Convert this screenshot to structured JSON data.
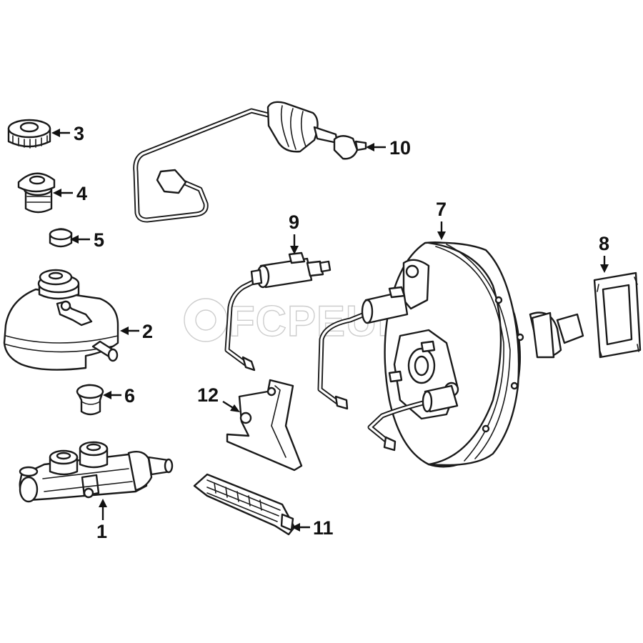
{
  "diagram": {
    "callouts": [
      {
        "id": "1",
        "label": "1"
      },
      {
        "id": "2",
        "label": "2"
      },
      {
        "id": "3",
        "label": "3"
      },
      {
        "id": "4",
        "label": "4"
      },
      {
        "id": "5",
        "label": "5"
      },
      {
        "id": "6",
        "label": "6"
      },
      {
        "id": "7",
        "label": "7"
      },
      {
        "id": "8",
        "label": "8"
      },
      {
        "id": "9",
        "label": "9"
      },
      {
        "id": "10",
        "label": "10"
      },
      {
        "id": "11",
        "label": "11"
      },
      {
        "id": "12",
        "label": "12"
      }
    ],
    "watermark": "FCPEURO",
    "colors": {
      "ink": "#1a1a1a",
      "watermark": "#c8c8c8",
      "background": "#ffffff"
    }
  }
}
